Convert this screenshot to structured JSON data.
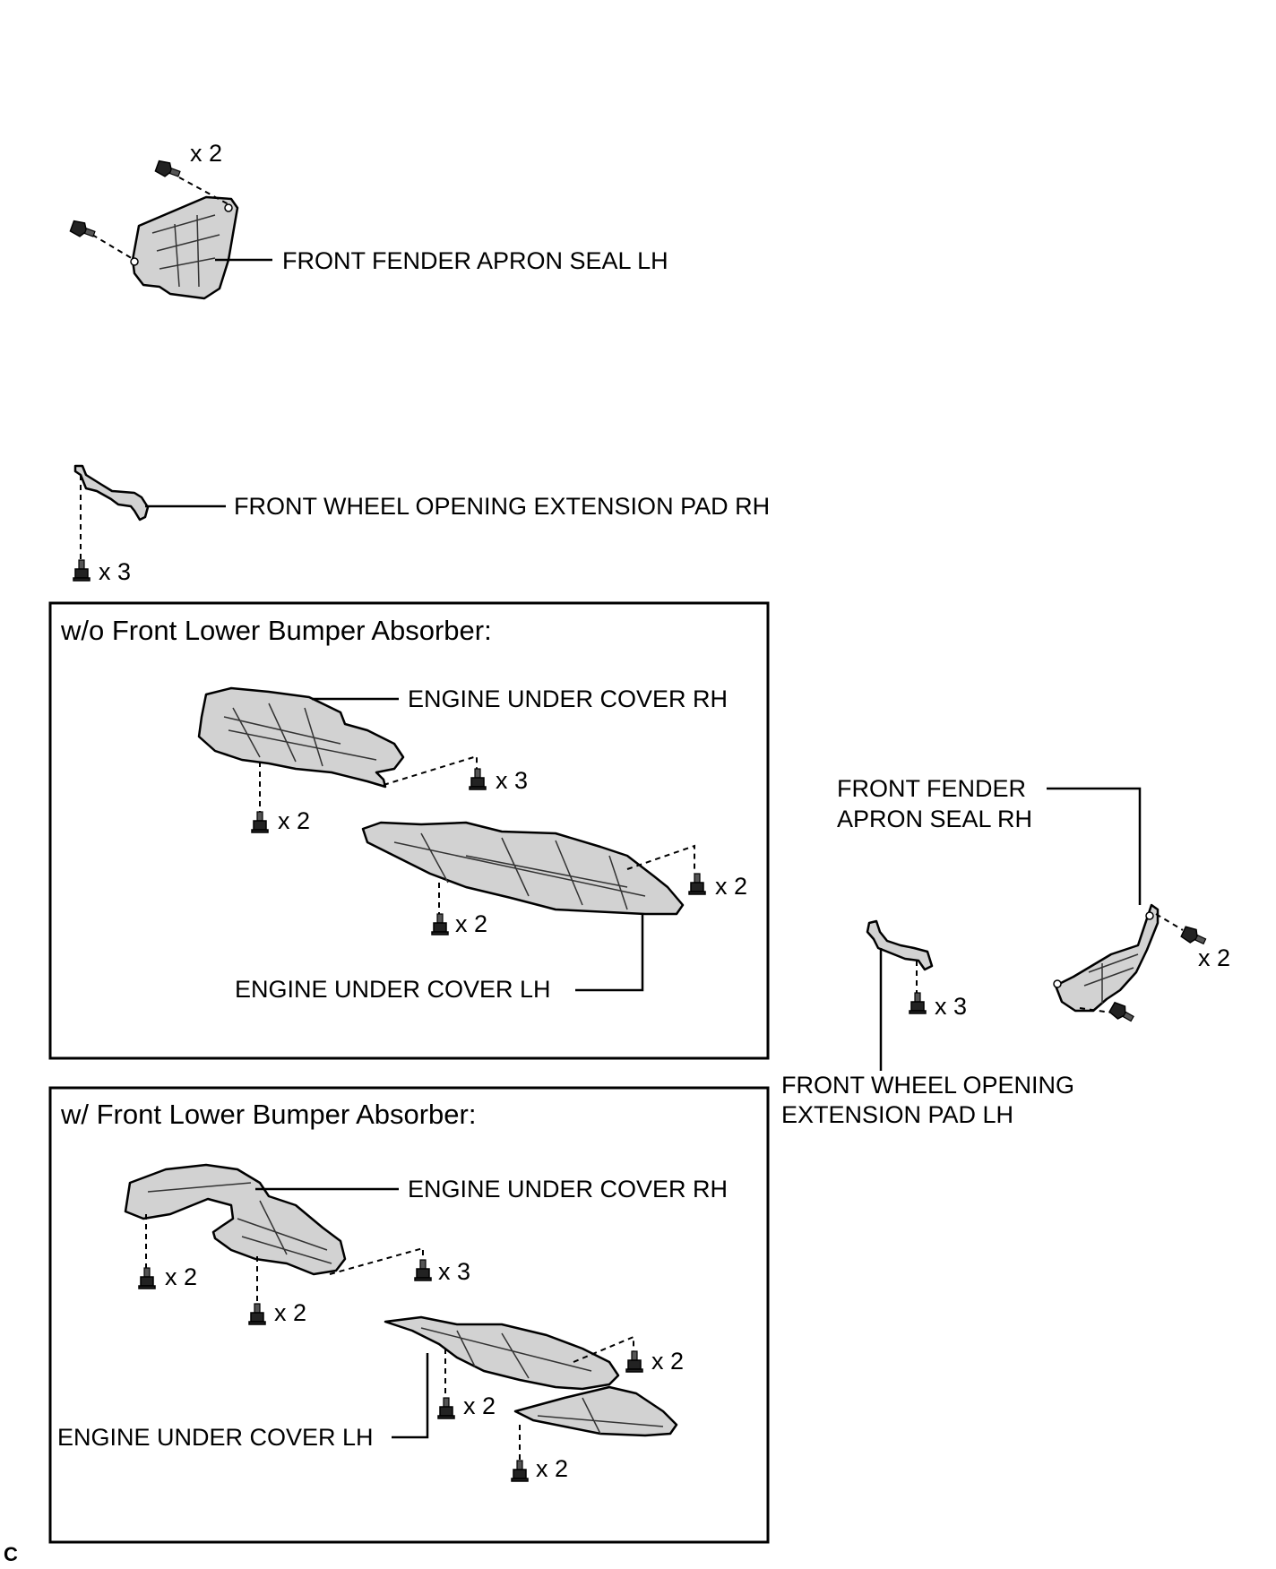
{
  "labels": {
    "front_fender_apron_seal_lh": "FRONT FENDER APRON SEAL LH",
    "front_wheel_opening_ext_pad_rh": "FRONT WHEEL OPENING EXTENSION PAD RH",
    "front_fender_apron_seal_rh_line1": "FRONT FENDER",
    "front_fender_apron_seal_rh_line2": "APRON SEAL RH",
    "front_wheel_opening_ext_pad_lh_line1": "FRONT WHEEL OPENING",
    "front_wheel_opening_ext_pad_lh_line2": "EXTENSION PAD LH"
  },
  "box1": {
    "title": "w/o Front Lower Bumper Absorber:",
    "engine_under_cover_rh": "ENGINE UNDER COVER RH",
    "engine_under_cover_lh": "ENGINE UNDER COVER LH"
  },
  "box2": {
    "title": "w/ Front Lower Bumper Absorber:",
    "engine_under_cover_rh": "ENGINE UNDER COVER RH",
    "engine_under_cover_lh": "ENGINE UNDER COVER LH"
  },
  "quantities": {
    "seal_lh_clips": "x 2",
    "pad_rh_screws": "x 3",
    "box1_rh_screws_a": "x 3",
    "box1_rh_bolts_b": "x 2",
    "box1_lh_bolts_a": "x 2",
    "box1_lh_bolts_b": "x 2",
    "seal_rh_clips": "x 2",
    "pad_lh_screws": "x 3",
    "box2_rh_bolts_a": "x 2",
    "box2_rh_bolts_b": "x 2",
    "box2_rh_screws_c": "x 3",
    "box2_lh_bolts_a": "x 2",
    "box2_lh_bolts_b": "x 2",
    "box2_lh_bolts_c": "x 2"
  },
  "corner_mark": "C"
}
